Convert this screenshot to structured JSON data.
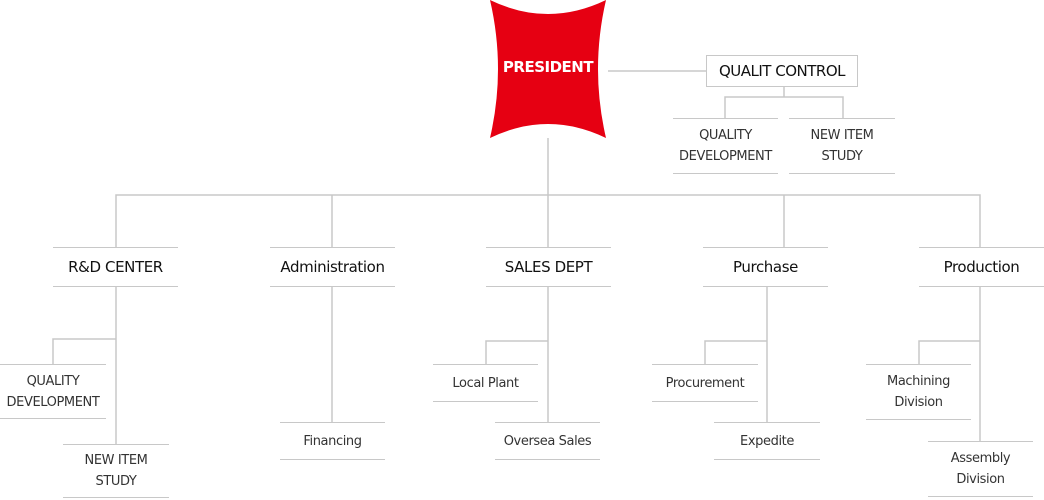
{
  "colors": {
    "president": "#e60012",
    "lines": "#c8c8c8"
  },
  "president": "PRESIDENT",
  "quality_control": {
    "label": "QUALIT CONTROL",
    "children": [
      "QUALITY\nDEVELOPMENT",
      "NEW ITEM\nSTUDY"
    ]
  },
  "departments": [
    {
      "label": "R&D CENTER",
      "children": [
        "QUALITY\nDEVELOPMENT",
        "NEW ITEM\nSTUDY"
      ]
    },
    {
      "label": "Administration",
      "children": [
        "Financing"
      ]
    },
    {
      "label": "SALES DEPT",
      "children": [
        "Local Plant",
        "Oversea Sales"
      ]
    },
    {
      "label": "Purchase",
      "children": [
        "Procurement",
        "Expedite"
      ]
    },
    {
      "label": "Production",
      "children": [
        "Machining\nDivision",
        "Assembly\nDivision"
      ]
    }
  ]
}
